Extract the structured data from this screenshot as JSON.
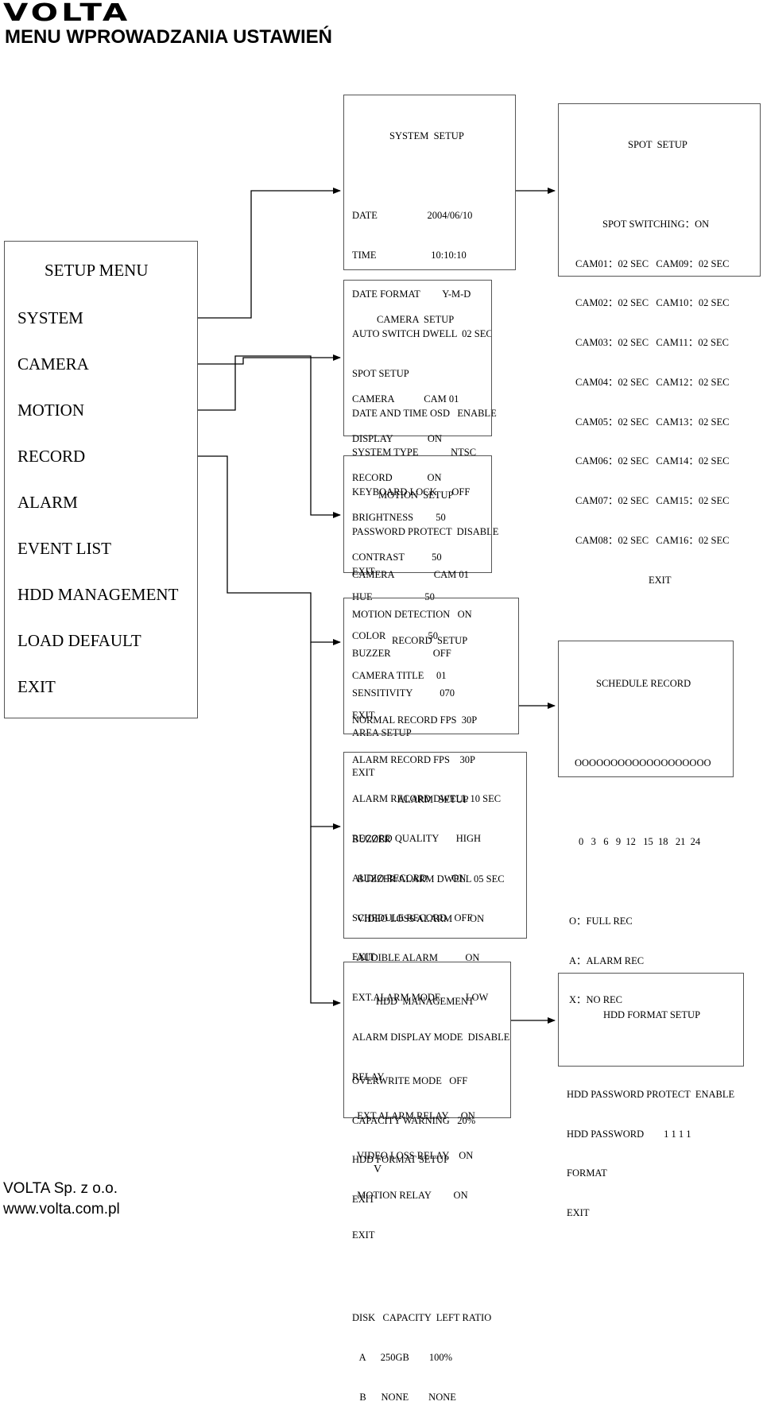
{
  "brand": {
    "logo_text": "VOLTA"
  },
  "page_title": "MENU WPROWADZANIA USTAWIEŃ",
  "setup_menu": {
    "title": "SETUP MENU",
    "items": [
      "SYSTEM",
      "CAMERA",
      "MOTION",
      "RECORD",
      "ALARM",
      "EVENT LIST",
      "HDD MANAGEMENT",
      "LOAD DEFAULT",
      "EXIT"
    ]
  },
  "boxes": {
    "system": [
      "SYSTEM  SETUP",
      "",
      "DATE                    2004/06/10",
      "TIME                      10:10:10",
      "DATE FORMAT         Y-M-D",
      "AUTO SWITCH DWELL  02 SEC",
      "SPOT SETUP",
      "DATE AND TIME OSD   ENABLE",
      "SYSTEM TYPE             NTSC",
      "KEYBOARD LOCK      OFF",
      "PASSWORD PROTECT  DISABLE",
      "EXIT"
    ],
    "spot": [
      "SPOT  SETUP",
      "",
      "SPOT SWITCHING：ON",
      "CAM01：02 SEC   CAM09：02 SEC",
      "CAM02：02 SEC   CAM10：02 SEC",
      "CAM03：02 SEC   CAM11：02 SEC",
      "CAM04：02 SEC   CAM12：02 SEC",
      "CAM05：02 SEC   CAM13：02 SEC",
      "CAM06：02 SEC   CAM14：02 SEC",
      "CAM07：02 SEC   CAM15：02 SEC",
      "CAM08：02 SEC   CAM16：02 SEC",
      "EXIT"
    ],
    "camera": [
      "CAMERA  SETUP",
      "",
      "CAMERA            CAM 01",
      "DISPLAY              ON",
      "RECORD              ON",
      "BRIGHTNESS         50",
      "CONTRAST           50",
      "HUE                     50",
      "COLOR                 50",
      "CAMERA TITLE     01",
      "EXIT"
    ],
    "motion": [
      "MOTION  SETUP",
      "",
      "CAMERA                CAM 01",
      "MOTION DETECTION   ON",
      "BUZZER                 OFF",
      "SENSITIVITY           070",
      "AREA SETUP",
      "EXIT"
    ],
    "record": [
      "RECORD  SETUP",
      "",
      "NORMAL RECORD FPS  30P",
      "ALARM RECORD FPS    30P",
      "ALARM RECORD DWELL 10 SEC",
      "RECORD QUALITY       HIGH",
      "AUDIO RECORD          ON",
      "SCHEDULE RECORD   OFF",
      "EXIT"
    ],
    "schedule": [
      "SCHEDULE RECORD",
      "",
      "OOOOOOOOOOOOOOOOOOO",
      "",
      "0   3   6   9  12   15  18   21  24",
      "",
      "O：FULL REC",
      "A：ALARM REC",
      "X：NO REC"
    ],
    "alarm": [
      "ALARM  SETUP",
      "BUZZER",
      "  BUZZER/ALARM DWELL 05 SEC",
      "  VIDEO LOSS ALARM       ON",
      "  AUDIBLE ALARM           ON",
      "EXT.ALARM MODE          LOW",
      "ALARM DISPLAY MODE  DISABLE",
      "RELAY",
      "  EXT.ALARM RELAY     ON",
      "  VIDEO LOSS RELAY    ON",
      "  MOTION RELAY         ON",
      "EXIT"
    ],
    "hdd": [
      "HDD  MANAGEMENT",
      "",
      "OVERWRITE MODE   OFF",
      "CAPACITY WARNING   20%",
      "HDD FORMAT SETUP",
      "EXIT",
      "",
      "",
      "DISK   CAPACITY  LEFT RATIO",
      "   A      250GB        100%",
      "   B      NONE        NONE"
    ],
    "format": [
      "HDD FORMAT SETUP",
      "",
      "HDD PASSWORD PROTECT  ENABLE",
      "HDD PASSWORD        1 1 1 1",
      "FORMAT",
      "EXIT"
    ]
  },
  "footer": {
    "company": "VOLTA Sp. z o.o.",
    "website": "www.volta.com.pl",
    "page_number": "V"
  }
}
